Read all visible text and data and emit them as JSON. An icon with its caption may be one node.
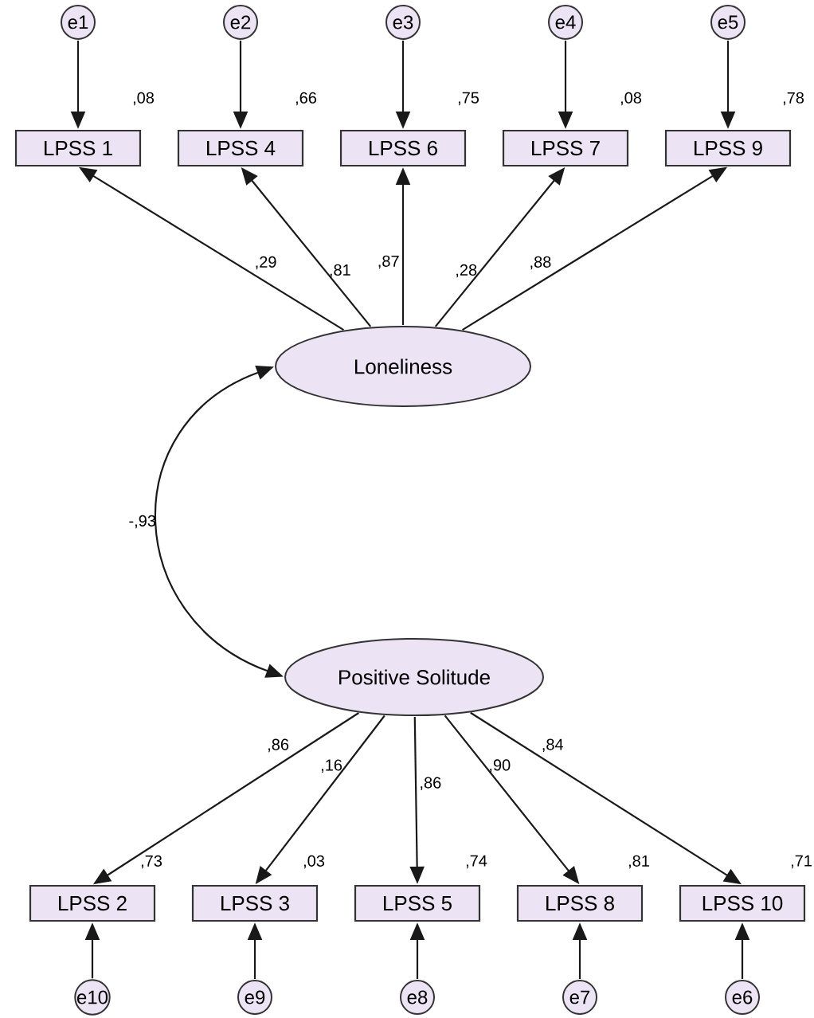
{
  "diagram": {
    "nodes": [
      {
        "text": [
          "e1"
        ]
      },
      {
        "text": [
          "e2"
        ]
      },
      {
        "text": [
          "e3"
        ]
      },
      {
        "text": [
          "e4"
        ]
      },
      {
        "text": [
          "e5"
        ]
      },
      {
        "text": [
          "LPSS 1"
        ],
        "beside": [
          ",08"
        ]
      },
      {
        "text": [
          "LPSS 4"
        ],
        "beside": [
          ",66"
        ]
      },
      {
        "text": [
          "LPSS 6"
        ],
        "beside": [
          ",75"
        ]
      },
      {
        "text": [
          "LPSS 7"
        ],
        "beside": [
          ",08"
        ]
      },
      {
        "text": [
          "LPSS 9"
        ],
        "beside": [
          ",78"
        ]
      },
      {
        "text": [
          "Loneliness"
        ]
      },
      {
        "text": [
          "Positive Solitude"
        ]
      },
      {
        "text": [
          "LPSS 2"
        ],
        "beside": [
          ",73"
        ]
      },
      {
        "text": [
          "LPSS 3"
        ],
        "beside": [
          ",03"
        ]
      },
      {
        "text": [
          "LPSS 5"
        ],
        "beside": [
          ",74"
        ]
      },
      {
        "text": [
          "LPSS 8"
        ],
        "beside": [
          ",81"
        ]
      },
      {
        "text": [
          "LPSS 10"
        ],
        "beside": [
          ",71"
        ]
      },
      {
        "text": [
          "e10"
        ]
      },
      {
        "text": [
          "e9"
        ]
      },
      {
        "text": [
          "e8"
        ]
      },
      {
        "text": [
          "e7"
        ]
      },
      {
        "text": [
          "e6"
        ]
      }
    ],
    "edges": [
      {
        "from": 0,
        "to": 5,
        "arrow": "to"
      },
      {
        "from": 1,
        "to": 6,
        "arrow": "to"
      },
      {
        "from": 2,
        "to": 7,
        "arrow": "to"
      },
      {
        "from": 3,
        "to": 8,
        "arrow": "to"
      },
      {
        "from": 4,
        "to": 9,
        "arrow": "to"
      },
      {
        "from": 10,
        "to": 5,
        "arrow": "to",
        "label": ",29"
      },
      {
        "from": 10,
        "to": 6,
        "arrow": "to",
        "label": ",81"
      },
      {
        "from": 10,
        "to": 7,
        "arrow": "to",
        "label": ",87"
      },
      {
        "from": 10,
        "to": 8,
        "arrow": "to",
        "label": ",28"
      },
      {
        "from": 10,
        "to": 9,
        "arrow": "to",
        "label": ",88"
      },
      {
        "from": 10,
        "to": 11,
        "arrow": "both",
        "label": "-,93"
      },
      {
        "from": 11,
        "to": 12,
        "arrow": "to",
        "label": ",86"
      },
      {
        "from": 11,
        "to": 13,
        "arrow": "to",
        "label": ",16"
      },
      {
        "from": 11,
        "to": 14,
        "arrow": "to",
        "label": ",86"
      },
      {
        "from": 11,
        "to": 15,
        "arrow": "to",
        "label": ",90"
      },
      {
        "from": 11,
        "to": 16,
        "arrow": "to",
        "label": ",84"
      },
      {
        "from": 17,
        "to": 12,
        "arrow": "to"
      },
      {
        "from": 18,
        "to": 13,
        "arrow": "to"
      },
      {
        "from": 19,
        "to": 14,
        "arrow": "to"
      },
      {
        "from": 20,
        "to": 15,
        "arrow": "to"
      },
      {
        "from": 21,
        "to": 16,
        "arrow": "to"
      }
    ]
  }
}
